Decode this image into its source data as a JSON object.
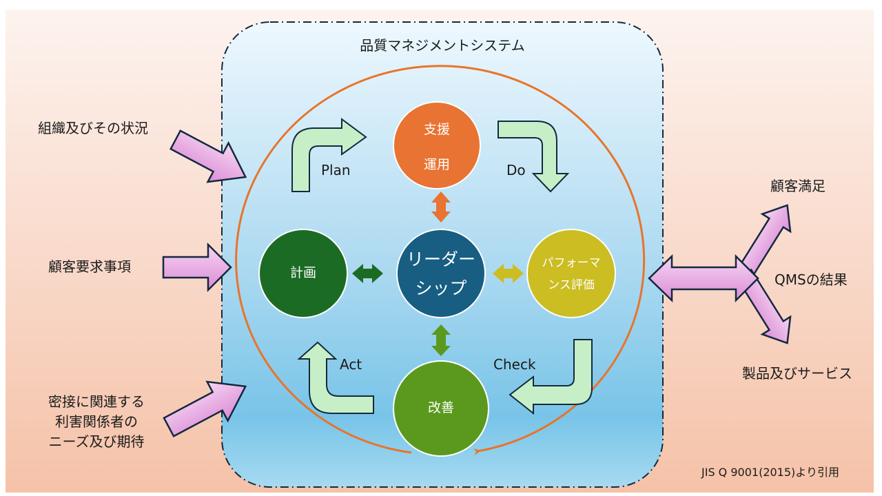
{
  "diagram": {
    "title": "品質マネジメントシステム",
    "citation": "JIS Q 9001(2015)より引用",
    "inputs": [
      {
        "id": "context",
        "label": "組織及びその状況"
      },
      {
        "id": "requirements",
        "label": "顧客要求事項"
      },
      {
        "id": "stakeholders",
        "label_lines": [
          "密接に関連する",
          "利害関係者の",
          "ニーズ及び期待"
        ]
      }
    ],
    "outputs": {
      "hub_label": "QMSの結果",
      "items": [
        {
          "id": "satisfaction",
          "label": "顧客満足"
        },
        {
          "id": "products",
          "label": "製品及びサービス"
        }
      ]
    },
    "cycle": {
      "phases": [
        {
          "id": "plan",
          "label": "Plan"
        },
        {
          "id": "do",
          "label": "Do"
        },
        {
          "id": "check",
          "label": "Check"
        },
        {
          "id": "act",
          "label": "Act"
        }
      ]
    },
    "nodes": {
      "center": {
        "lines": [
          "リーダー",
          "シップ"
        ],
        "color": "#175e82"
      },
      "top": {
        "lines": [
          "支援",
          "運用"
        ],
        "color": "#e87332"
      },
      "left": {
        "lines": [
          "計画"
        ],
        "color": "#1c6b25"
      },
      "right": {
        "lines": [
          "パフォーマ",
          "ンス評価"
        ],
        "color": "#cbbd22"
      },
      "bottom": {
        "lines": [
          "改善"
        ],
        "color": "#5a991e"
      }
    },
    "colors": {
      "ring": "#e8742a",
      "input_arrow_fill_top": "#f2cdf0",
      "input_arrow_fill_bottom": "#dd8fd8",
      "pdca_arrow_fill": "#c6efc8",
      "outline": "#13293d"
    }
  }
}
